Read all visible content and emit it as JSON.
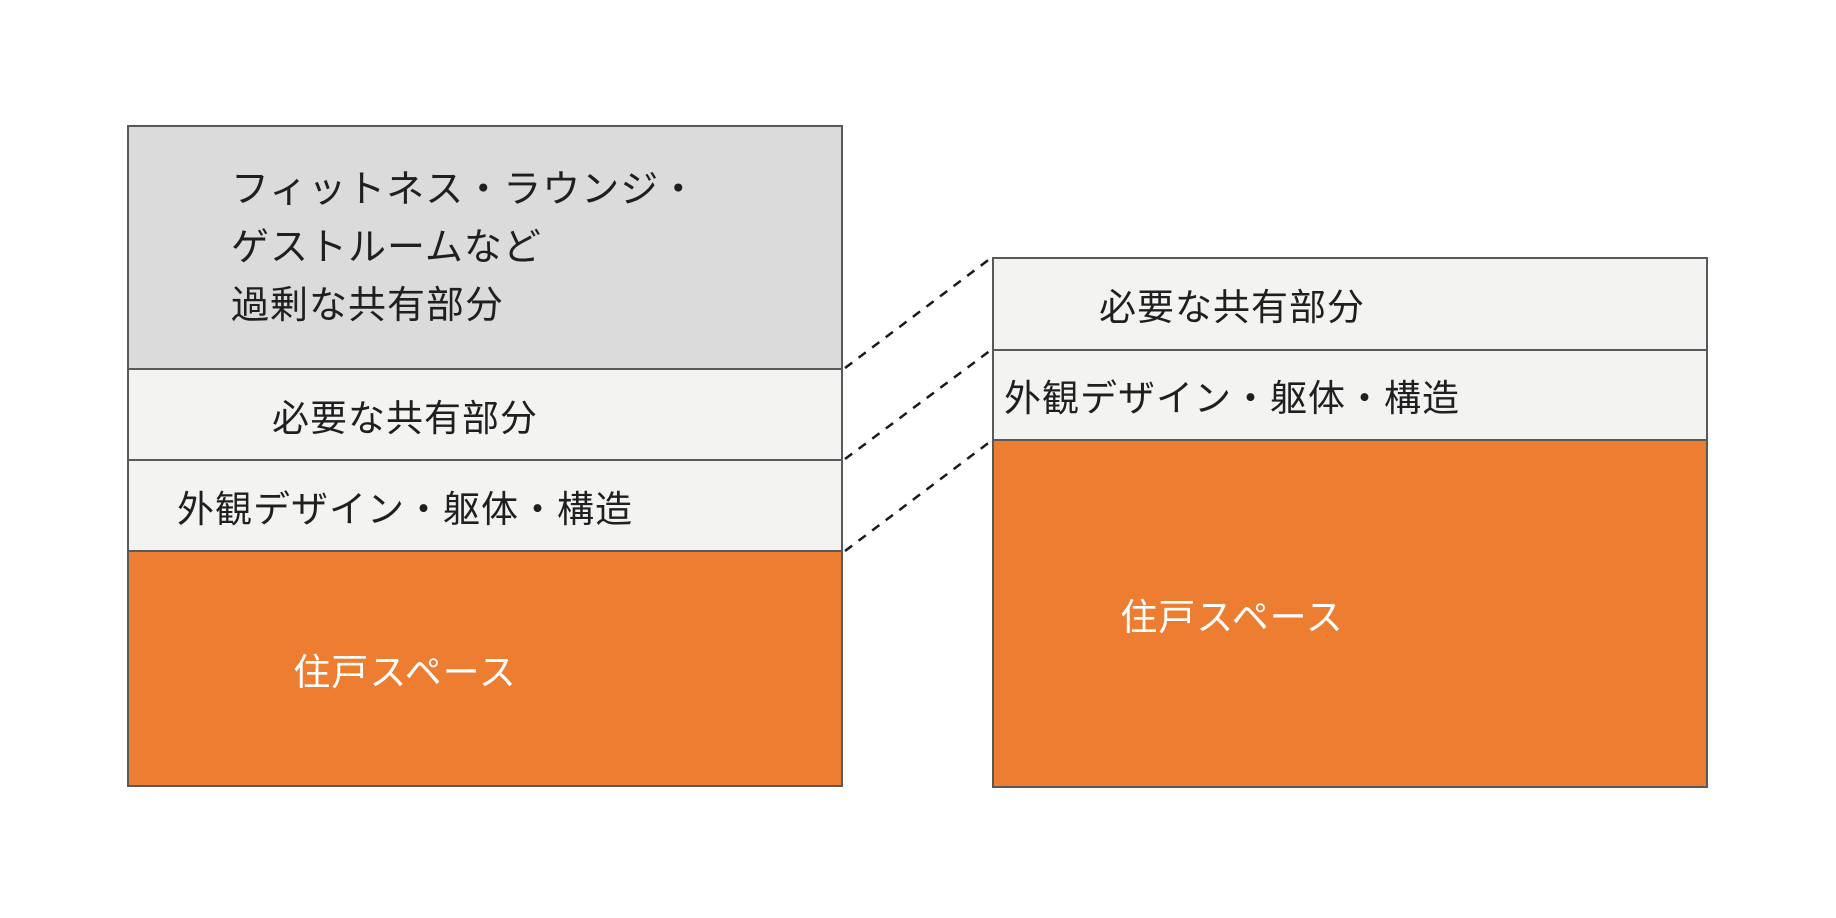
{
  "diagram": {
    "colors": {
      "excess_fill": "#dbdbdb",
      "shared_fill": "#f3f3f2",
      "unit_fill": "#ed7d31",
      "border": "#595959",
      "connector": "#1a1a1a",
      "text_dark": "#1f1f1f",
      "text_light": "#ffffff"
    },
    "left_stack": {
      "sections": [
        {
          "label": "フィットネス・ラウンジ・\nゲストルームなど\n過剰な共有部分"
        },
        {
          "label": "必要な共有部分"
        },
        {
          "label": "外観デザイン・躯体・構造"
        },
        {
          "label": "住戸スペース"
        }
      ]
    },
    "right_stack": {
      "sections": [
        {
          "label": "必要な共有部分"
        },
        {
          "label": "外観デザイン・躯体・構造"
        },
        {
          "label": "住戸スペース"
        }
      ]
    }
  }
}
